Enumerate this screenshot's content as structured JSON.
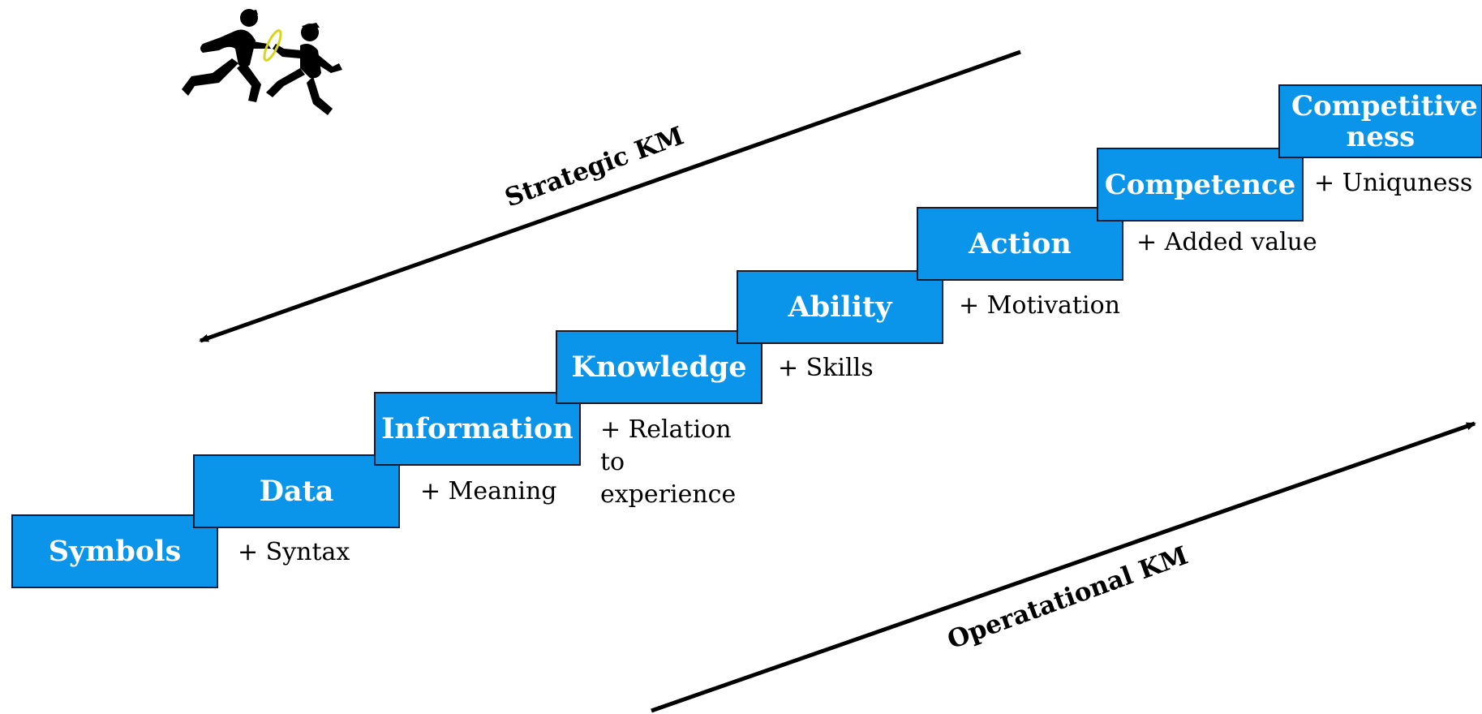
{
  "steps": [
    {
      "label": "Symbols",
      "addon": "+ Syntax"
    },
    {
      "label": "Data",
      "addon": "+ Meaning"
    },
    {
      "label": "Information",
      "addon": "+ Relation to experience"
    },
    {
      "label": "Knowledge",
      "addon": "+ Skills"
    },
    {
      "label": "Ability",
      "addon": "+ Motivation"
    },
    {
      "label": "Action",
      "addon": "+ Added value"
    },
    {
      "label": "Competence",
      "addon": "+ Uniquness"
    },
    {
      "label": "Competitive ness",
      "addon": ""
    }
  ],
  "arrows": {
    "strategic": "Strategic KM",
    "operational": "Operatational KM"
  },
  "colors": {
    "step_fill": "#0b95ea",
    "step_border": "#1a1a2e",
    "step_text": "#ffffff"
  },
  "clipart": "relay-runners-baton-icon"
}
